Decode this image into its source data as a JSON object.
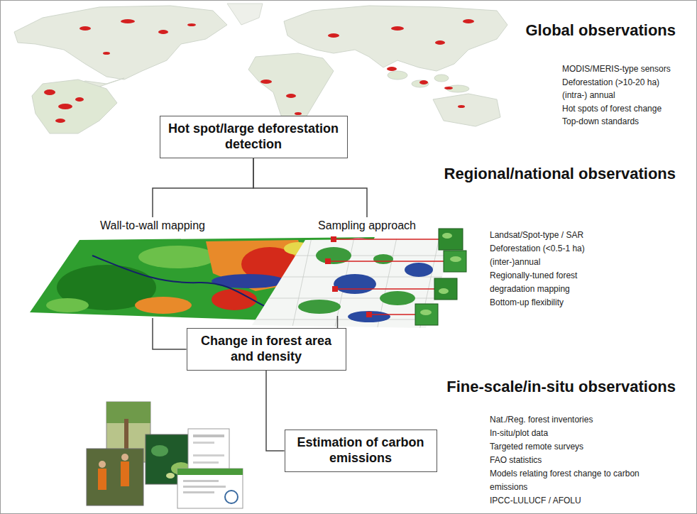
{
  "diagram": {
    "nodes": [
      {
        "text": [
          "Hot spot/large deforestation detection"
        ]
      },
      {
        "text": [
          "Wall-to-wall mapping"
        ]
      },
      {
        "text": [
          "Sampling approach"
        ]
      },
      {
        "text": [
          "Change in forest area and density"
        ]
      },
      {
        "text": [
          "Estimation of carbon emissions"
        ]
      }
    ],
    "edges": [
      {
        "from": 0,
        "to": 1,
        "arrow": "none"
      },
      {
        "from": 0,
        "to": 2,
        "arrow": "none"
      },
      {
        "from": 1,
        "to": 3,
        "arrow": "none"
      },
      {
        "from": 2,
        "to": 3,
        "arrow": "none"
      },
      {
        "from": 3,
        "to": 4,
        "arrow": "none"
      }
    ],
    "labels": [
      "Global observations",
      "MODIS/MERIS-type sensors",
      "Deforestation (>10-20 ha)",
      "(intra-) annual",
      "Hot spots of forest change",
      "Top-down standards",
      "Regional/national observations",
      "Landsat/Spot-type / SAR",
      "Deforestation (<0.5-1 ha)",
      "(inter-)annual",
      "Regionally-tuned forest degradation mapping",
      "Bottom-up flexibility",
      "Fine-scale/in-situ observations",
      "Nat./Reg. forest inventories",
      "In-situ/plot data",
      "Targeted remote surveys",
      "FAO statistics",
      "Models relating forest change to carbon emissions",
      "IPCC-LULUCF / AFOLU"
    ]
  }
}
